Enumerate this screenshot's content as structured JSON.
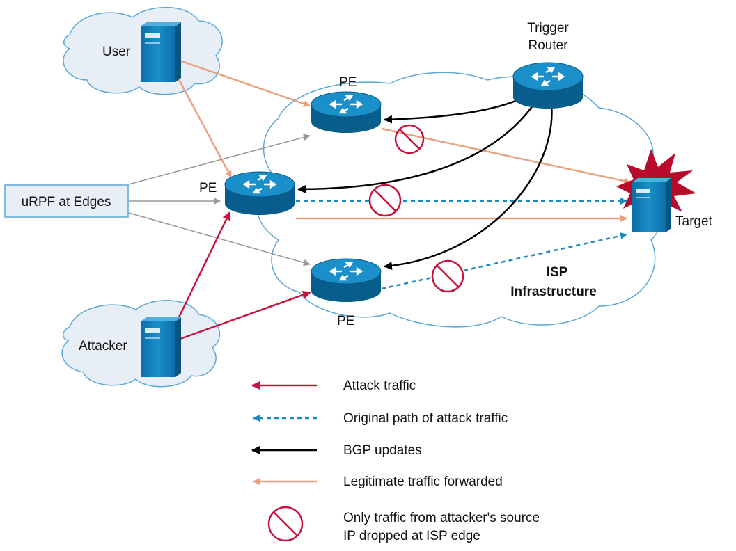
{
  "labels": {
    "user": "User",
    "attacker": "Attacker",
    "urpf": "uRPF at Edges",
    "pe_top": "PE",
    "pe_mid": "PE",
    "pe_bot": "PE",
    "trigger_line1": "Trigger",
    "trigger_line2": "Router",
    "target": "Target",
    "isp_line1": "ISP",
    "isp_line2": "Infrastructure"
  },
  "legend": {
    "attack": "Attack traffic",
    "original": "Original path of attack traffic",
    "bgp": "BGP updates",
    "legit": "Legitimate traffic forwarded",
    "drop_line1": "Only traffic from attacker's source",
    "drop_line2": "IP dropped at ISP edge"
  },
  "colors": {
    "attack": "#c8143c",
    "original": "#1a8ac0",
    "bgp": "#000000",
    "legit": "#e8a080",
    "uRPF_arrow": "#999999",
    "drop": "#c8143c",
    "cloud_stroke": "#5aa8d8",
    "cloud_fill": "#e8eef6",
    "device": "#0a76b0",
    "burst": "#b80a2a"
  },
  "icons": {
    "router": "router-icon",
    "server": "server-icon",
    "cloud": "cloud-icon",
    "drop": "prohibited-icon",
    "burst": "explosion-icon"
  }
}
